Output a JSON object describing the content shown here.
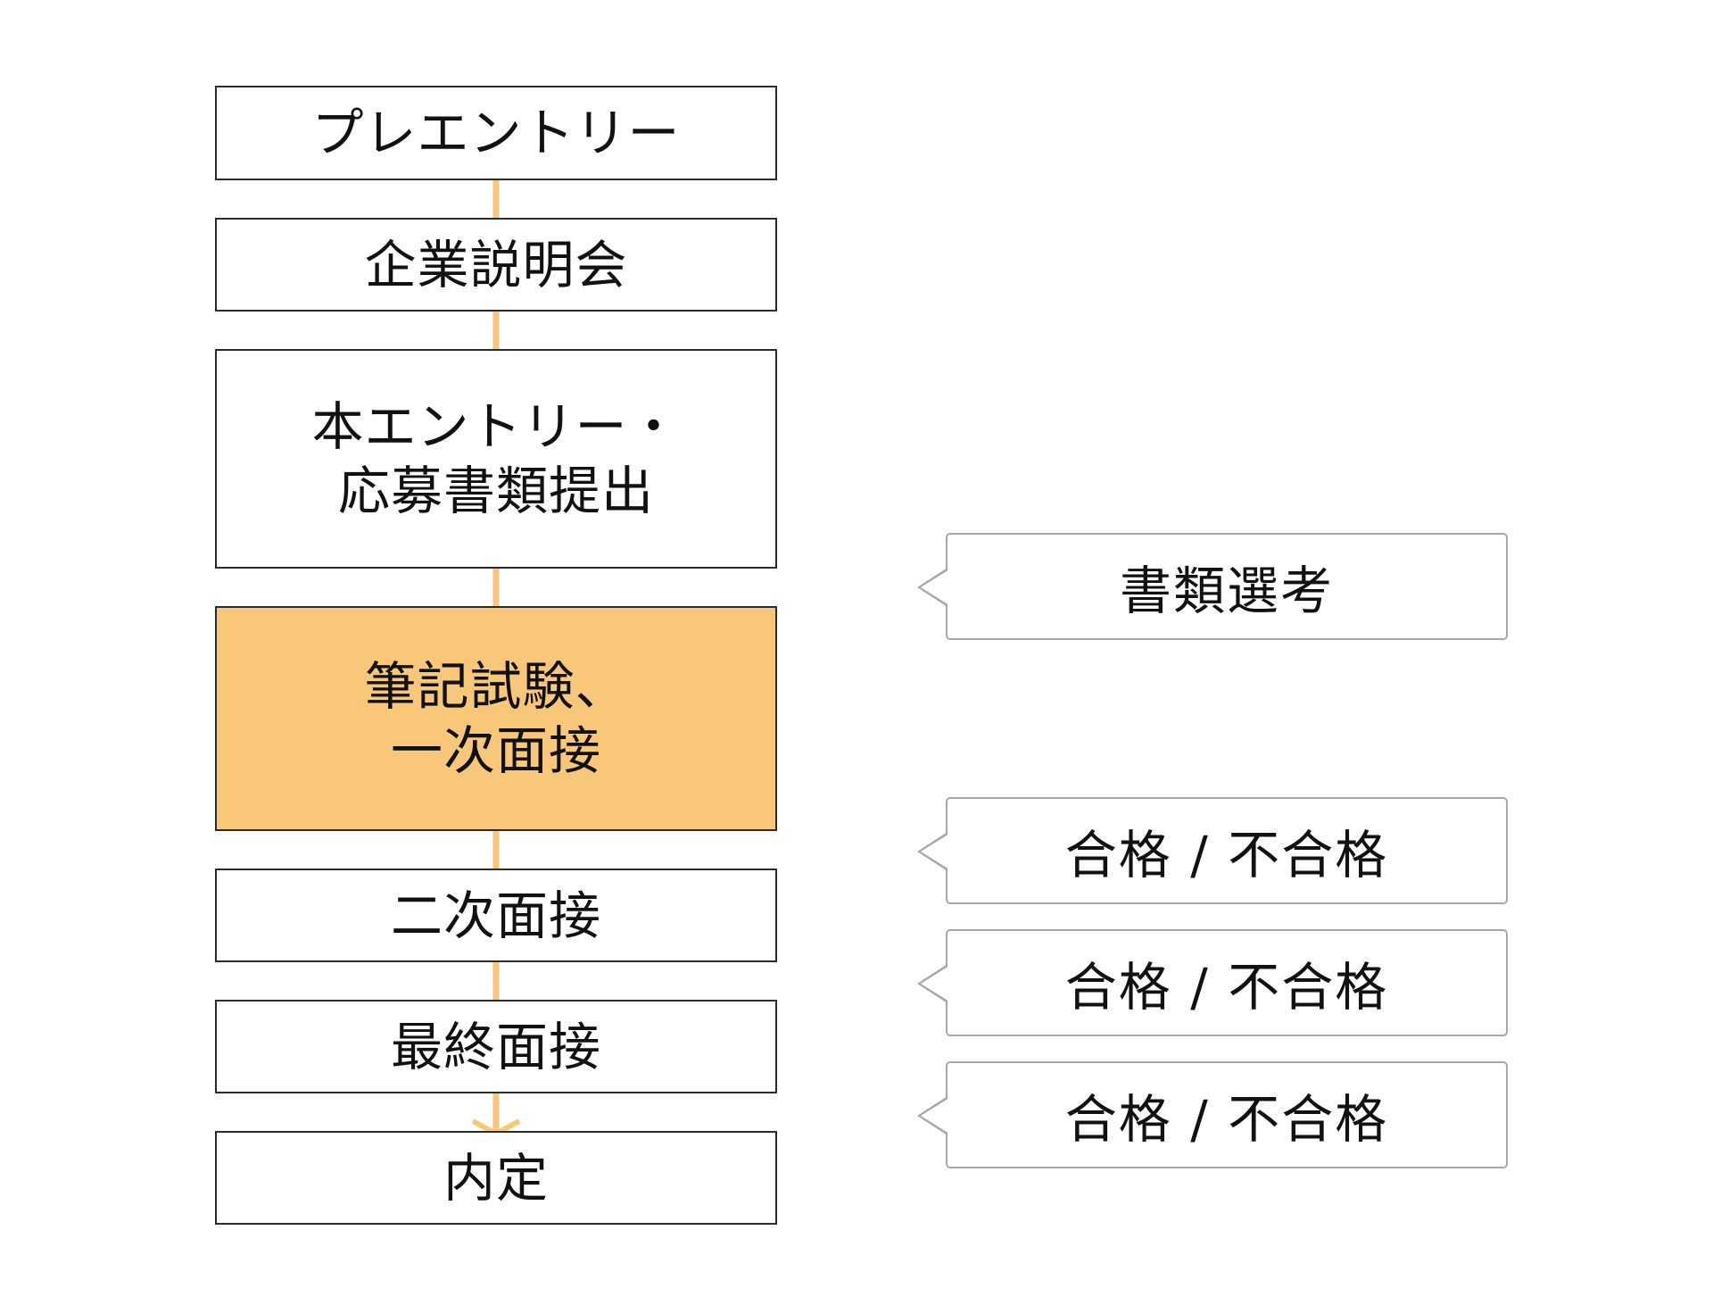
{
  "diagram": {
    "steps": [
      {
        "label": "プレエントリー",
        "active": false
      },
      {
        "label": "企業説明会",
        "active": false
      },
      {
        "label": "本エントリー・\n応募書類提出",
        "active": false
      },
      {
        "label": "筆記試験、\n一次面接",
        "active": true
      },
      {
        "label": "二次面接",
        "active": false
      },
      {
        "label": "最終面接",
        "active": false
      },
      {
        "label": "内定",
        "active": false
      }
    ],
    "results": [
      {
        "label": "書類選考"
      },
      {
        "label": "合格 / 不合格"
      },
      {
        "label": "合格 / 不合格"
      },
      {
        "label": "合格 / 不合格"
      }
    ],
    "colors": {
      "connector": "#f9c77a",
      "active_fill": "#f9c77a",
      "box_border": "#2b2b2b",
      "callout_border": "#a7a7a7"
    }
  }
}
